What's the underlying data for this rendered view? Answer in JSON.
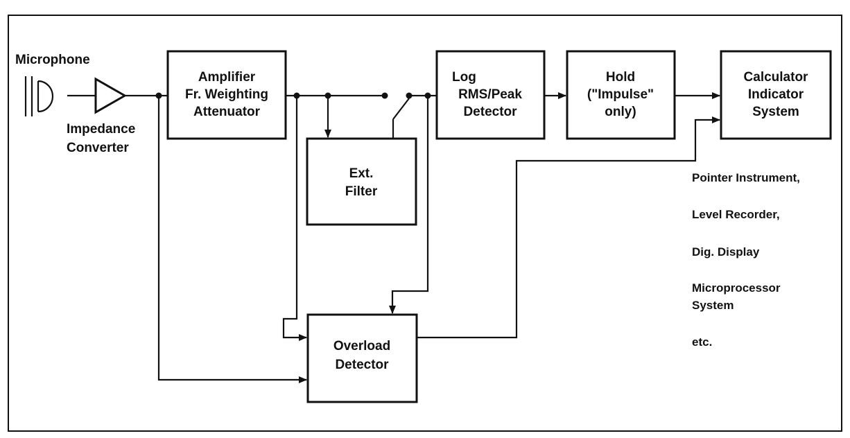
{
  "labels": {
    "microphone": "Microphone",
    "impedance_converter": [
      "Impedance",
      "Converter"
    ],
    "outputs": [
      [
        "Pointer Instrument,"
      ],
      [
        "Level Recorder,"
      ],
      [
        "Dig. Display"
      ],
      [
        "Microprocessor",
        "System"
      ],
      [
        "etc."
      ]
    ]
  },
  "blocks": {
    "amplifier": [
      "Amplifier",
      "Fr. Weighting",
      "Attenuator"
    ],
    "ext_filter": [
      "Ext.",
      "Filter"
    ],
    "detector": [
      "Log",
      "RMS/Peak",
      "Detector"
    ],
    "hold": [
      "Hold",
      "(\"Impulse\"",
      "only)"
    ],
    "calculator": [
      "Calculator",
      "Indicator",
      "System"
    ],
    "overload": [
      "Overload",
      "Detector"
    ]
  },
  "colors": {
    "ink": "#111111",
    "paper": "#ffffff"
  },
  "icons": [
    "microphone-icon",
    "amplifier-triangle-icon",
    "selector-switch-icon"
  ]
}
